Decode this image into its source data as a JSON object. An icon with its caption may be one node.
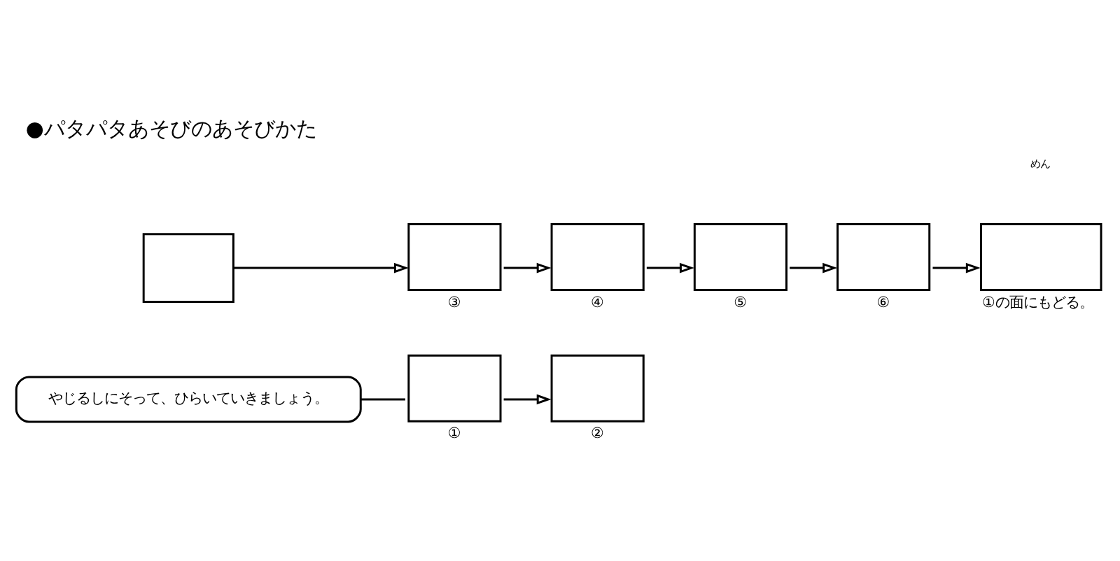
{
  "diagram": {
    "title": "●パタパタあそびのあそびかた",
    "nodes": [
      {
        "text": [],
        "shape": "box",
        "beside": [
          "①"
        ]
      },
      {
        "text": [
          "やじるしにそって、ひらいていきましょう。"
        ]
      },
      {
        "text": [],
        "shape": "box",
        "beside": [
          "②"
        ]
      },
      {
        "text": [],
        "shape": "box"
      },
      {
        "text": [],
        "shape": "box",
        "beside": [
          "③"
        ]
      },
      {
        "text": [],
        "shape": "box",
        "beside": [
          "④"
        ]
      },
      {
        "text": [],
        "shape": "box",
        "beside": [
          "⑤"
        ]
      },
      {
        "text": [],
        "shape": "box",
        "beside": [
          "⑥"
        ]
      },
      {
        "text": [],
        "shape": "box",
        "beside": [
          "①の面にもどる。"
        ]
      }
    ],
    "edges": [
      {
        "from": 1,
        "to": 0,
        "arrow": "none"
      },
      {
        "from": 0,
        "to": 2,
        "arrow": "to"
      },
      {
        "from": 3,
        "to": 4,
        "arrow": "to"
      },
      {
        "from": 4,
        "to": 5,
        "arrow": "to"
      },
      {
        "from": 5,
        "to": 6,
        "arrow": "to"
      },
      {
        "from": 6,
        "to": 7,
        "arrow": "to"
      },
      {
        "from": 7,
        "to": 8,
        "arrow": "to"
      }
    ],
    "labels": [
      "めん"
    ]
  }
}
